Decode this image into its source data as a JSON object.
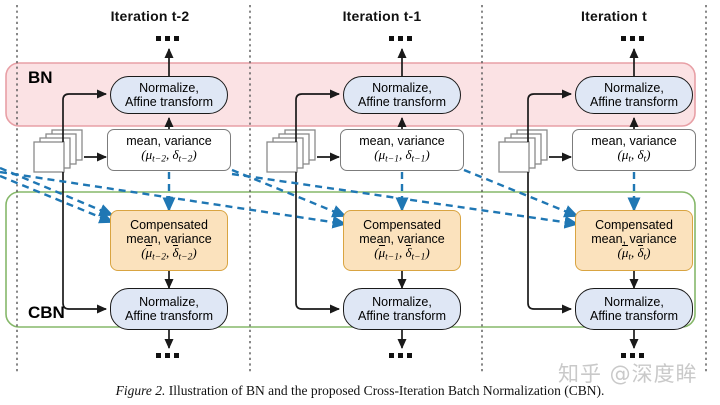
{
  "figure": {
    "caption_label": "Figure 2.",
    "caption_text": " Illustration of BN and the proposed Cross-Iteration Batch Normalization (CBN).",
    "watermark": "知乎 @深度眸"
  },
  "bands": [
    {
      "id": "bn",
      "label": "BN",
      "fill": "#fbe2e4",
      "stroke": "#e8a0a6"
    },
    {
      "id": "cbn",
      "label": "CBN",
      "fill": "#ffffff",
      "stroke": "#86b86a"
    }
  ],
  "columns": [
    {
      "title": "Iteration t-2",
      "sub": "t-2"
    },
    {
      "title": "Iteration t-1",
      "sub": "t-1"
    },
    {
      "title": "Iteration t",
      "sub": "t"
    }
  ],
  "nodes": {
    "normalize": {
      "line1": "Normalize,",
      "line2": "Affine transform"
    },
    "stats": {
      "line1": "mean, variance"
    },
    "compensated": {
      "line1": "Compensated",
      "line2": "mean, variance"
    }
  },
  "math": {
    "stats": [
      {
        "open": "(",
        "mu": "μ",
        "mu_idx": "t−2",
        "sep": ", ",
        "delta": "δ",
        "delta_idx": "t−2",
        "close": ")"
      },
      {
        "open": "(",
        "mu": "μ",
        "mu_idx": "t−1",
        "sep": ", ",
        "delta": "δ",
        "delta_idx": "t−1",
        "close": ")"
      },
      {
        "open": "(",
        "mu": "μ",
        "mu_idx": "t",
        "sep": ", ",
        "delta": "δ",
        "delta_idx": "t",
        "close": ")"
      }
    ],
    "compensated": [
      {
        "open": "(",
        "mu": "μ",
        "mu_idx": "t−2",
        "sep": ", ",
        "delta": "δ",
        "delta_idx": "t−2",
        "close": ")"
      },
      {
        "open": "(",
        "mu": "μ",
        "mu_idx": "t−1",
        "sep": ", ",
        "delta": "δ",
        "delta_idx": "t−1",
        "close": ")"
      },
      {
        "open": "(",
        "mu": "μ",
        "mu_idx": "t",
        "sep": ", ",
        "delta": "δ",
        "delta_idx": "t",
        "close": ")"
      }
    ]
  },
  "colors": {
    "bn_band_fill": "#fbe2e4",
    "bn_band_stroke": "#e8a0a6",
    "cbn_band_stroke": "#86b86a",
    "pill_fill": "#dfe7f5",
    "compensated_fill": "#fbe2bd",
    "compensated_stroke": "#d9a441",
    "arrow_solid": "#1a1a1a",
    "arrow_dashed": "#1f77b4",
    "separator": "#555555",
    "feature_map_stroke": "#8a8a8a"
  },
  "icons": {
    "feature_map_stack": "feature-map-stack-icon",
    "ellipsis": "ellipsis-dots-icon"
  }
}
